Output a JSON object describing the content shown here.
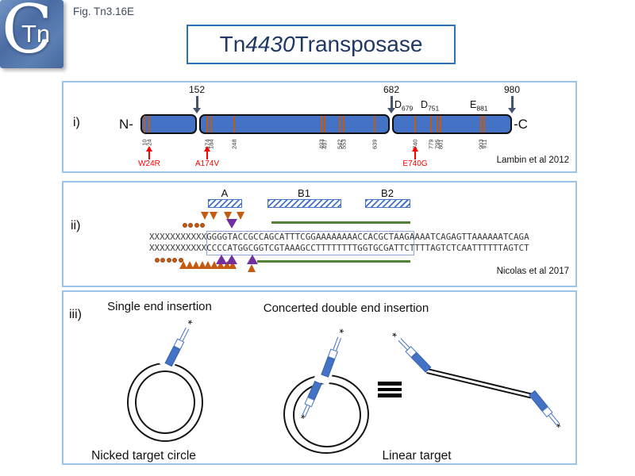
{
  "figure": {
    "fig_label": "Fig. Tn3.16E",
    "title_prefix": "Tn",
    "title_italic": "4430",
    "title_suffix": " Transposase"
  },
  "logo": {
    "letter_c": "C",
    "letter_tn": "Tn"
  },
  "colors": {
    "domain_blue": "#4472C4",
    "tick_orange": "#C55A11",
    "mutation_red": "#FF0000",
    "marker_purple": "#7030A0",
    "guide_green": "#538135",
    "arrow_slate": "#44546A",
    "panel_border": "#9DC3E6",
    "title_navy": "#1F3864",
    "title_box_border": "#2E74B5"
  },
  "icons": {
    "boundary-arrow-icon": "slate down-arrow",
    "mutation-arrow-icon": "red up-arrow",
    "cleavage-triangle-icon": "orange triangle",
    "strand-transfer-triangle-icon": "purple triangle",
    "nick-dot-icon": "orange dot",
    "hatched-region-icon": "blue diagonal hatched box",
    "equivalence-icon": "triple horizontal bar"
  },
  "panel_i": {
    "label": "i)",
    "n_terminus": "N-",
    "c_terminus": "-C",
    "boundaries": [
      {
        "label": "152"
      },
      {
        "label": "682"
      },
      {
        "label": "980"
      }
    ],
    "residues": [
      {
        "letter": "D",
        "sub": "679"
      },
      {
        "letter": "D",
        "sub": "751"
      },
      {
        "letter": "E",
        "sub": "881"
      }
    ],
    "ticks": [
      {
        "label": "10"
      },
      {
        "label": "24"
      },
      {
        "label": "174"
      },
      {
        "label": "184"
      },
      {
        "label": "248"
      },
      {
        "label": "493"
      },
      {
        "label": "497"
      },
      {
        "label": "542"
      },
      {
        "label": "553"
      },
      {
        "label": "639"
      },
      {
        "label": "740"
      },
      {
        "label": "779"
      },
      {
        "label": "795"
      },
      {
        "label": "801"
      },
      {
        "label": "903"
      },
      {
        "label": "911"
      }
    ],
    "mutations": [
      {
        "label": "W24R"
      },
      {
        "label": "A174V"
      },
      {
        "label": "E740G"
      }
    ],
    "citation": "Lambin et al 2012"
  },
  "panel_ii": {
    "label": "ii)",
    "regions": [
      {
        "label": "A"
      },
      {
        "label": "B1"
      },
      {
        "label": "B2"
      }
    ],
    "sequence": {
      "top_flank": "XXXXXXXXXXX",
      "top_boxed": "GGGGTACCGCCAGCATTTCGGAAAAAAAACCACGCTAAG",
      "top_right": "AAAATCAGAGTTAAAAAATCAGA",
      "bottom_flank": "XXXXXXXXXXX",
      "bottom_boxed": "CCCCATGGCGGTCGTAAAGCCTTTTTTTTGGTGCGATTC",
      "bottom_right": "TTTTAGTCTCAATTTTTTAGTCT"
    },
    "citation": "Nicolas et al 2017"
  },
  "panel_iii": {
    "label": "iii)",
    "heading_left": "Single end insertion",
    "heading_right": "Concerted double end insertion",
    "caption_left": "Nicked target circle",
    "caption_right": "Linear target",
    "asterisk": "*"
  }
}
